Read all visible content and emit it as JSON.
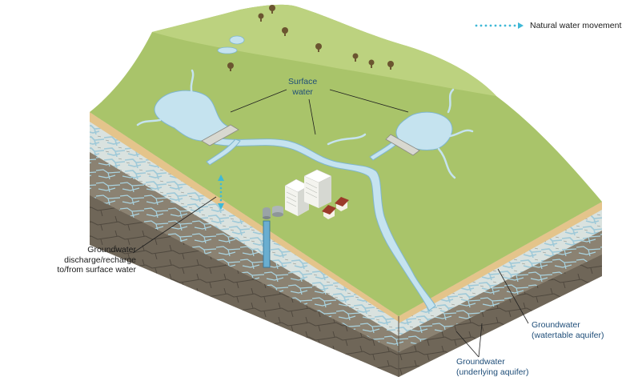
{
  "legend": {
    "label": "Natural water movement",
    "dot_color": "#3fb8d6"
  },
  "labels": {
    "surface_water_line1": "Surface",
    "surface_water_line2": "water",
    "discharge_line1": "Groundwater",
    "discharge_line2": "discharge/recharge",
    "discharge_line3": "to/from surface water",
    "watertable_line1": "Groundwater",
    "watertable_line2": "(watertable aquifer)",
    "underlying_line1": "Groundwater",
    "underlying_line2": "(underlying aquifer)"
  },
  "colors": {
    "land": "#a9c46a",
    "land_light": "#bcd27f",
    "water": "#c5e3ef",
    "water_edge": "#7fb6cf",
    "topsoil": "#e6c690",
    "aquifer_upper": "#dfe6e3",
    "aquifer_lower": "#8a8070",
    "rock_dark": "#6e6558",
    "label_blue": "#1e4d78"
  }
}
